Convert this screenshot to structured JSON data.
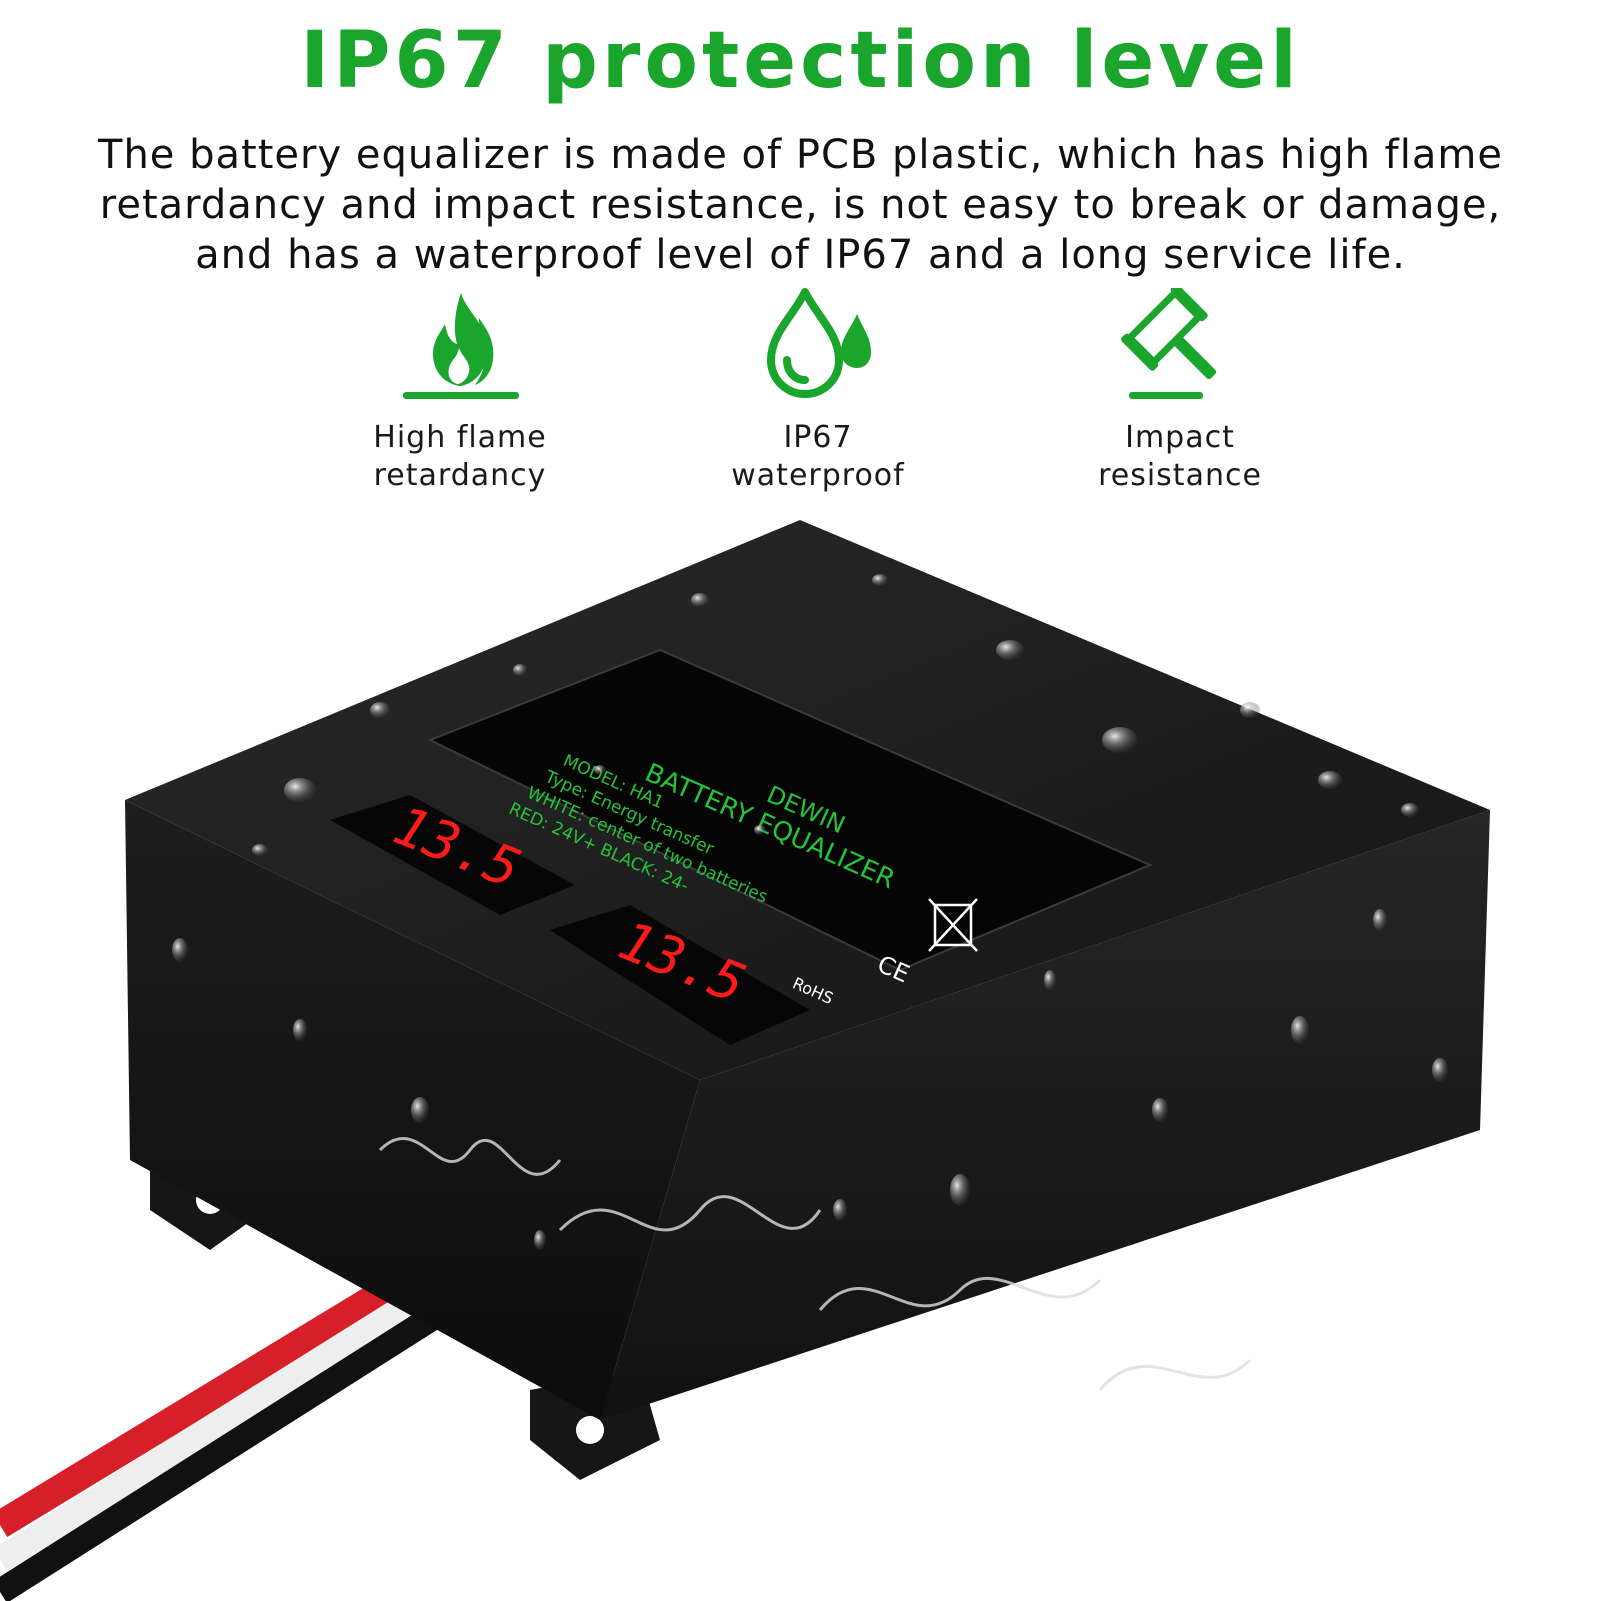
{
  "headline": "IP67 protection level",
  "description_lines": [
    "The battery equalizer is made of PCB plastic, which has high flame",
    "retardancy and impact resistance, is not easy to break or damage,",
    "and has a waterproof level of IP67 and a long service life."
  ],
  "features": [
    {
      "icon": "flame-icon",
      "line1": "High flame",
      "line2": "retardancy"
    },
    {
      "icon": "water-drop-icon",
      "line1": "IP67",
      "line2": "waterproof"
    },
    {
      "icon": "gavel-icon",
      "line1": "Impact",
      "line2": "resistance"
    }
  ],
  "product": {
    "brand": "DEWIN",
    "name": "BATTERY EQUALIZER",
    "model": "MODEL: HA1",
    "type": "Type: Energy transfer",
    "white": "WHITE: center of two batteries",
    "red_black": "RED: 24V+  BLACK: 24-",
    "display_top": "13.5",
    "display_bottom": "13.5",
    "ce_mark": "CE",
    "rohs": "RoHS"
  },
  "colors": {
    "accent_green": "#1aa52d",
    "label_green": "#22c43a",
    "display_red": "#ff1a1a",
    "body_black": "#1b1b1b"
  }
}
